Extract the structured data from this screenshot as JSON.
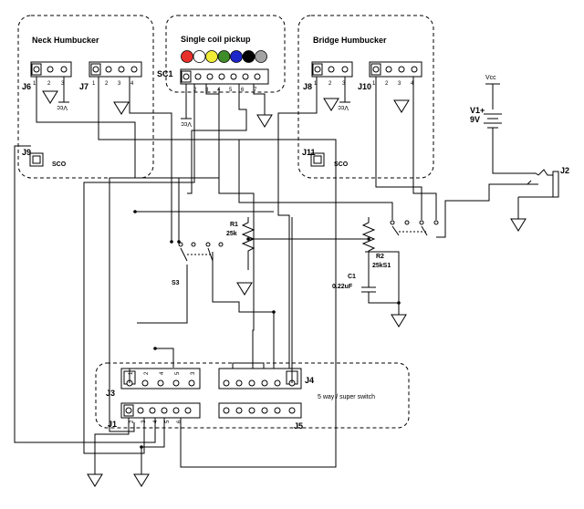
{
  "colors": {
    "red": "#e8302a",
    "yellow": "#f1ec36",
    "green": "#3e8c2a",
    "blue": "#1d26c9",
    "black": "#000000",
    "gray": "#a3a3a3",
    "white": "#ffffff",
    "orange": "#f08a2e",
    "gray_wire": "#c8c8c8",
    "darkgreen_wire": "#3f7f2a"
  },
  "groups": {
    "neck": "Neck Humbucker",
    "single": "Single coil pickup",
    "bridge": "Bridge Humbucker",
    "switch": "5 way / super switch"
  },
  "connectors": {
    "J6": "J6",
    "J7": "J7",
    "SC1": "SC1",
    "J8": "J8",
    "J10": "J10",
    "J9": "J9",
    "J11": "J11",
    "J3": "J3",
    "J4": "J4",
    "J1": "J1",
    "J5": "J5",
    "J2": "J2"
  },
  "components": {
    "R1": "R1",
    "R1_val": "25k",
    "R2": "R2",
    "R2_val": "25kS1",
    "C1": "C1",
    "C1_val": "0.22uF",
    "V1": "V1+",
    "V1_val": "9V",
    "S3": "S3",
    "vcc": "Vcc"
  },
  "sco": "SCO"
}
